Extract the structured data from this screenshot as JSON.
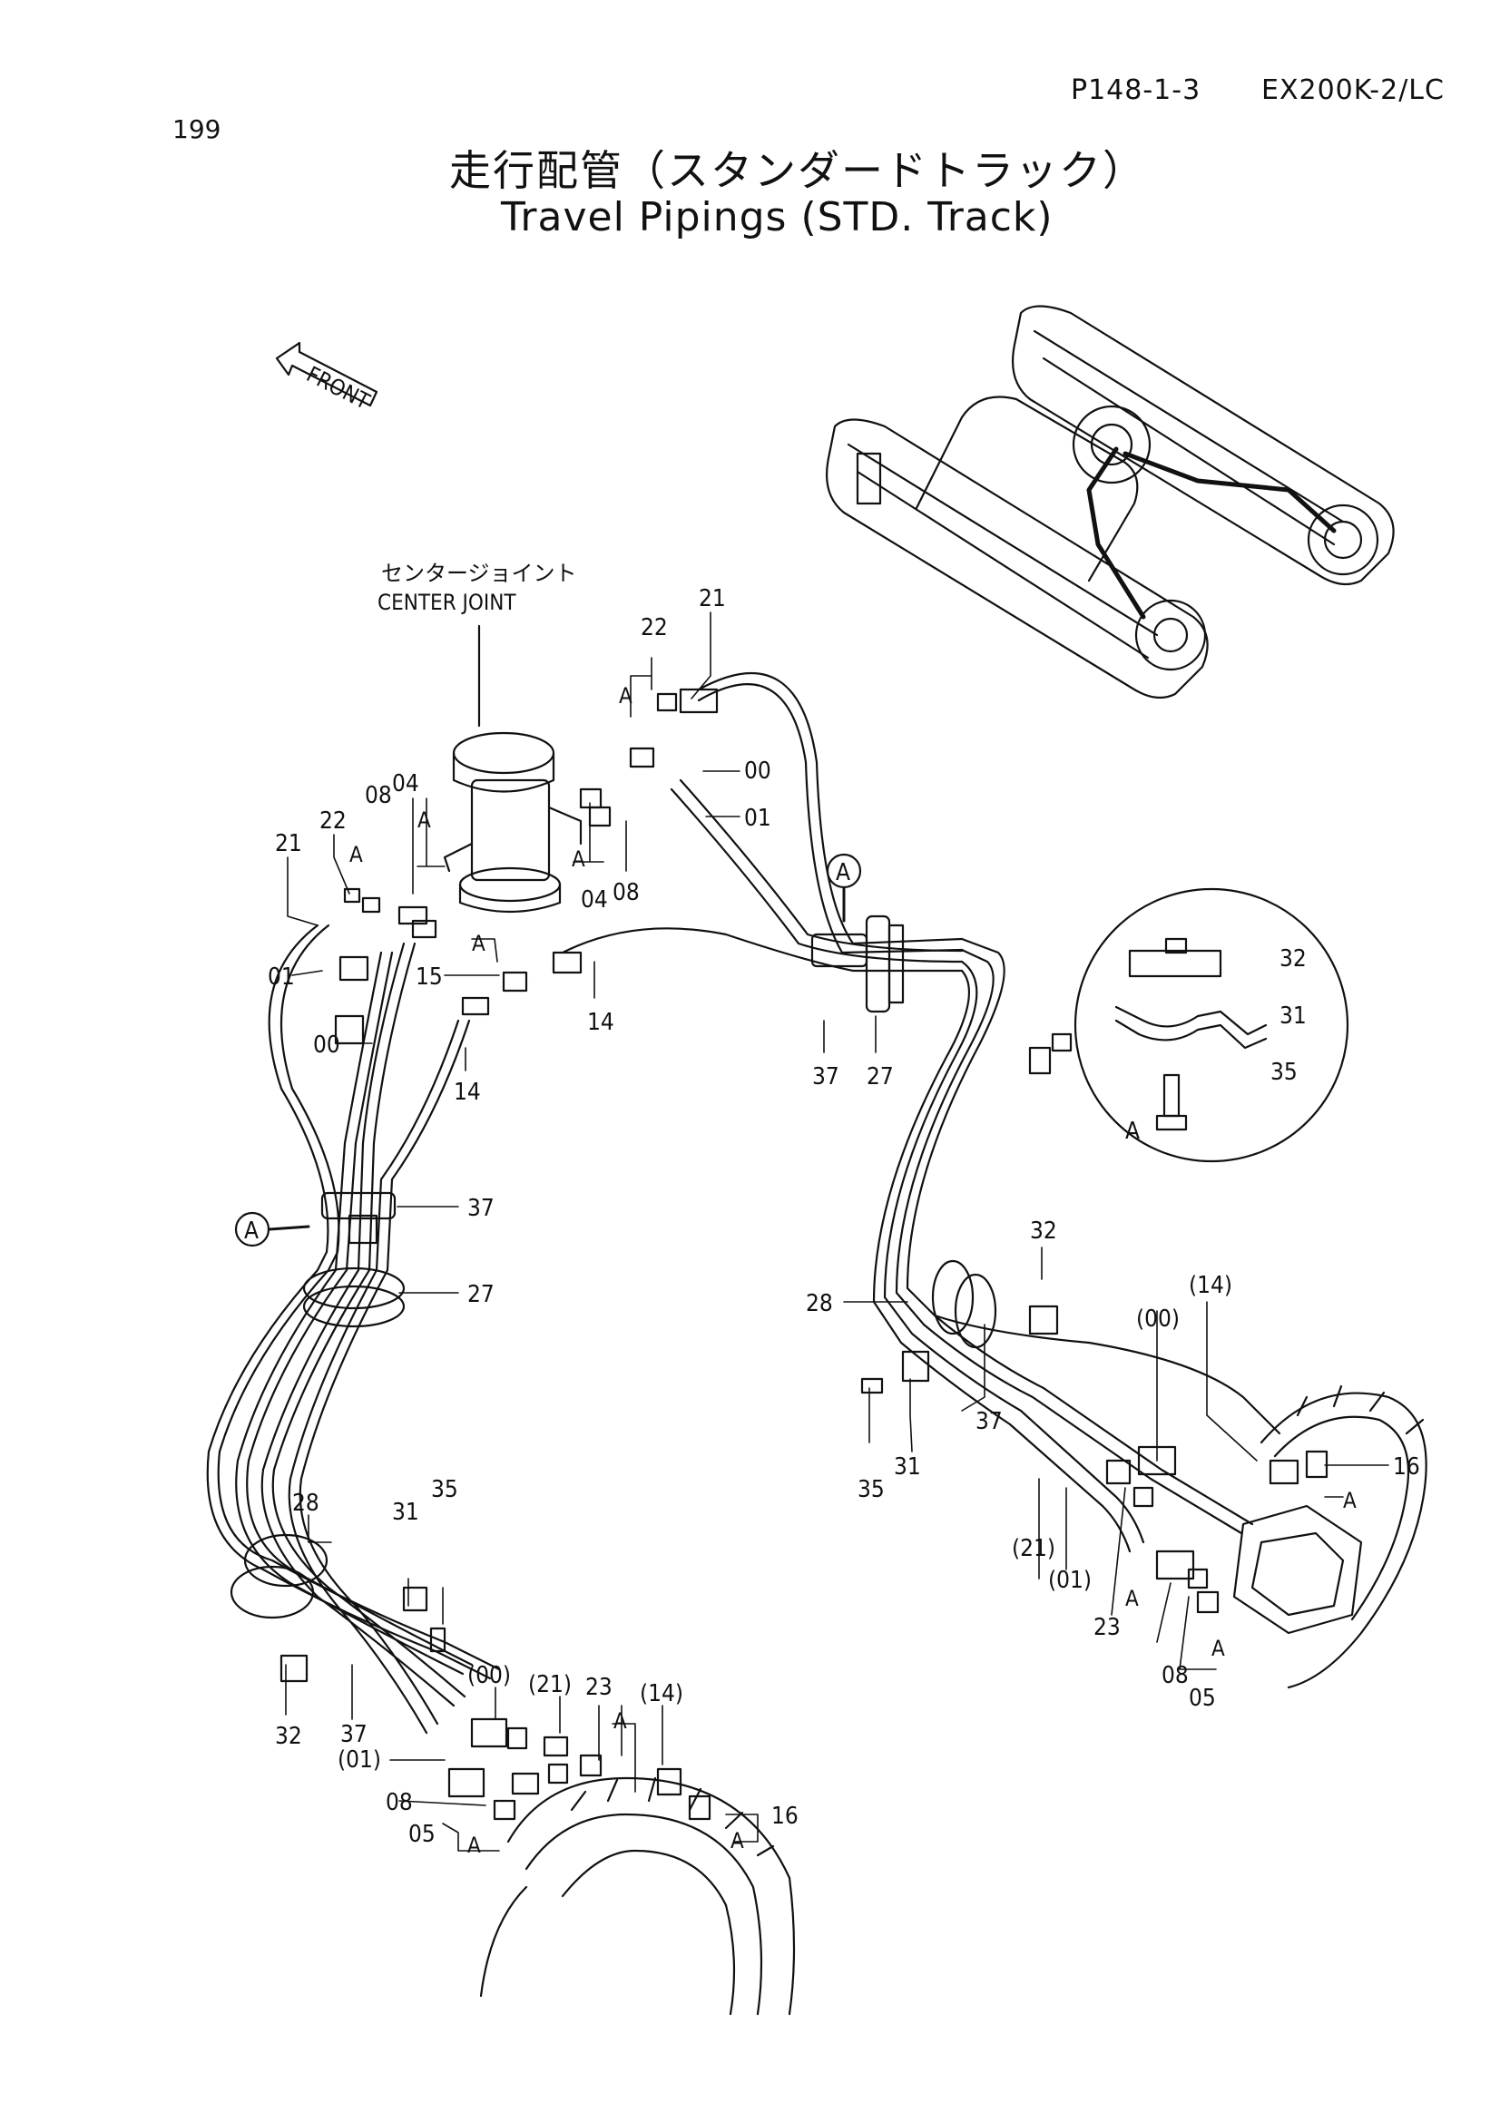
{
  "header": {
    "page_number": "199",
    "doc_code": "P148-1-3",
    "model": "EX200K-2/LC",
    "title_jp": "走行配管（スタンダードトラック）",
    "title_en": "Travel Pipings (STD. Track)"
  },
  "diagram": {
    "front_label": "FRONT",
    "center_joint_jp": "センタージョイント",
    "center_joint_en": "CENTER JOINT",
    "detail_marker": "A",
    "part_labels": [
      "21",
      "22",
      "00",
      "01",
      "04",
      "08",
      "15",
      "14",
      "37",
      "27",
      "32",
      "31",
      "35",
      "28",
      "16",
      "23",
      "05",
      "(14)",
      "(00)",
      "(21)",
      "(01)"
    ]
  }
}
